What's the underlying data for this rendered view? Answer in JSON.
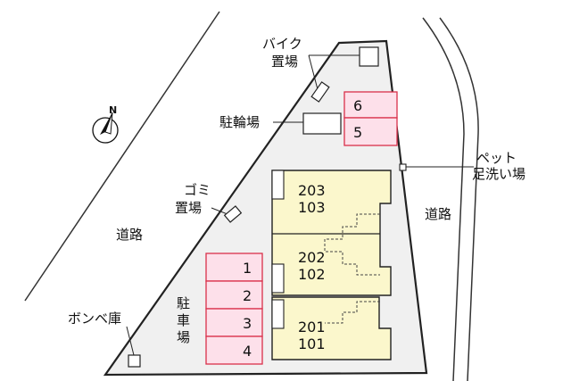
{
  "site_plan": {
    "north_mark": "N",
    "roads": {
      "left": "道路",
      "right": "道路"
    },
    "bike_parking": {
      "line1": "バイク",
      "line2": "置場"
    },
    "bicycle_parking": "駐輪場",
    "garbage": {
      "line1": "ゴミ",
      "line2": "置場"
    },
    "gas_cylinder_storage": "ボンベ庫",
    "pet_footwash": {
      "line1": "ペット",
      "line2": "足洗い場"
    },
    "car_parking_label": {
      "c1": "駐",
      "c2": "車",
      "c3": "場"
    },
    "upper_slots": [
      "6",
      "5"
    ],
    "lower_slots": [
      "1",
      "2",
      "3",
      "4"
    ],
    "buildings": [
      {
        "upper": "203",
        "lower": "103"
      },
      {
        "upper": "202",
        "lower": "102"
      },
      {
        "upper": "201",
        "lower": "101"
      }
    ],
    "colors": {
      "parking_fill": "#fde0ea",
      "parking_stroke": "#d9304a",
      "building_fill": "#fbf7cc",
      "site_fill": "#f0f0f0"
    }
  }
}
